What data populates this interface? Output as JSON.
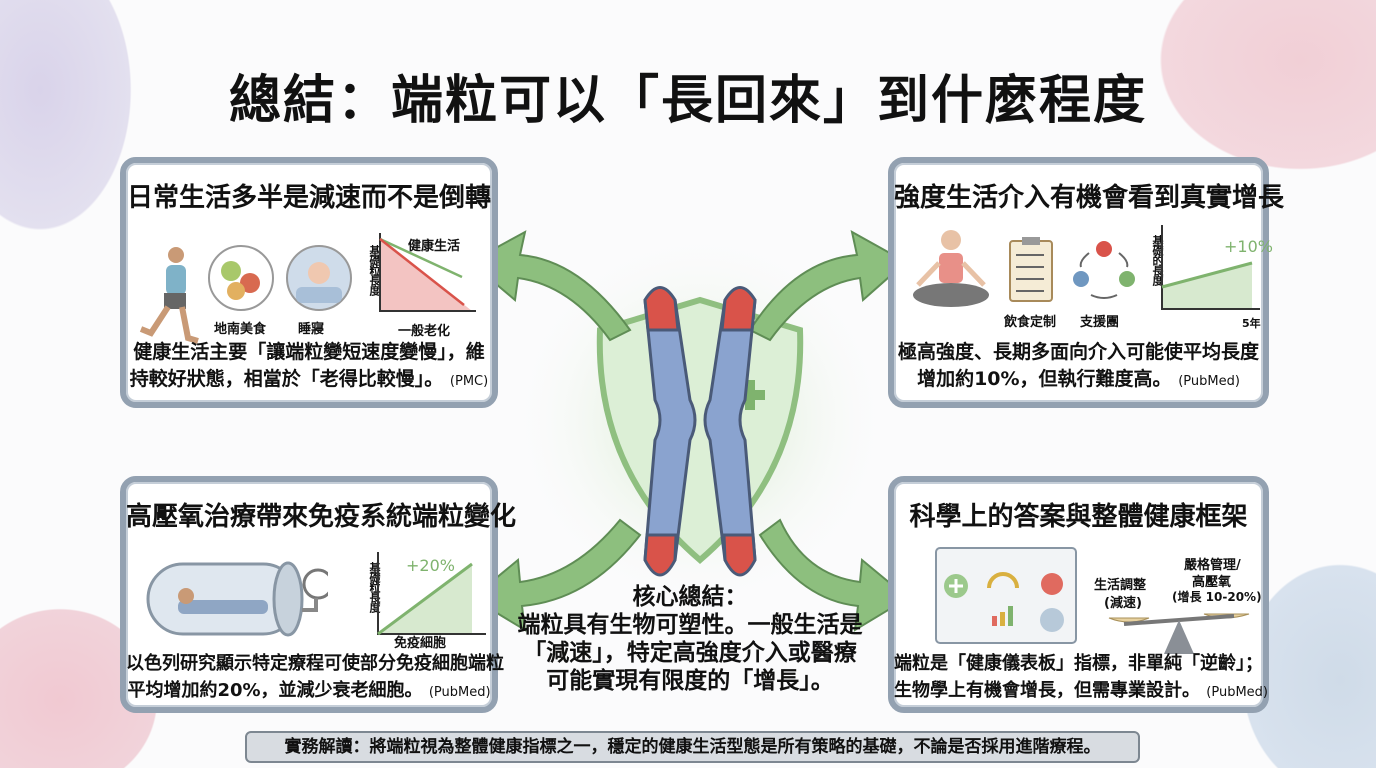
{
  "title": "總結：端粒可以「長回來」到什麼程度",
  "cards": [
    {
      "title": "日常生活多半是減速而不是倒轉",
      "icons": [
        "地南美食",
        "睡寢"
      ],
      "chart": {
        "ylabel": "基礎粒長度",
        "line_top": "健康生活",
        "line_bottom": "一般老化"
      },
      "body1": "健康生活主要「讓端粒變短速度變慢」，維",
      "body2": "持較好狀態，相當於「老得比較慢」。",
      "source": "(PMC)"
    },
    {
      "title": "強度生活介入有機會看到真實增長",
      "icons": [
        "飲食定制",
        "支援團"
      ],
      "chart": {
        "ylabel": "基礎的長度",
        "value": "+10%",
        "xlabel": "5年"
      },
      "body1": "極高強度、長期多面向介入可能使平均長度",
      "body2": "增加約10%，但執行難度高。",
      "source": "(PubMed)"
    },
    {
      "title": "高壓氧治療帶來免疫系統端粒變化",
      "chart": {
        "ylabel": "基礎粒長度",
        "value": "+20%",
        "xlabel": "免疫細胞"
      },
      "body1": "以色列研究顯示特定療程可使部分免疫細胞端粒",
      "body2": "平均增加約20%，並減少衰老細胞。",
      "source": "(PubMed)"
    },
    {
      "title": "科學上的答案與整體健康框架",
      "scale": {
        "left1": "生活調整",
        "left2": "(減速)",
        "right1": "嚴格管理/",
        "right2": "高壓氧",
        "right3": "(增長 10-20%)"
      },
      "body1": "端粒是「健康儀表板」指標，非單純「逆齡」；",
      "body2": "生物學上有機會增長，但需專業設計。",
      "source": "(PubMed)"
    }
  ],
  "center": {
    "heading": "核心總結：",
    "line1": "端粒具有生物可塑性。一般生活是",
    "line2": "「減速」，特定高強度介入或醫療",
    "line3": "可能實現有限度的「增長」。"
  },
  "banner": "實務解讀：將端粒視為整體健康指標之一，穩定的健康生活型態是所有策略的基礎，不論是否採用進階療程。",
  "colors": {
    "green": "#7fb36e",
    "red": "#e06a5f",
    "chromosome_blue": "#8aa3cf",
    "card_border": "#93a1b1"
  }
}
